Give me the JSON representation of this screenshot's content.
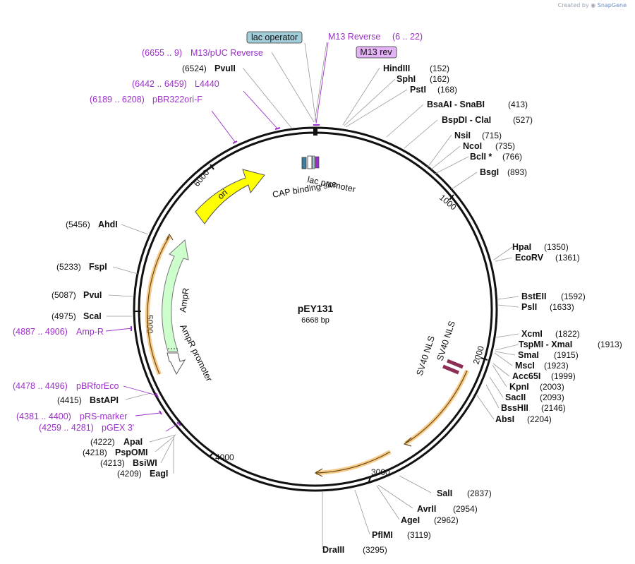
{
  "credit": {
    "prefix": "Created by",
    "brand": "SnapGene"
  },
  "plasmid": {
    "name": "pEY131",
    "size_label": "6668 bp",
    "length": 6668
  },
  "ticks": [
    "1000",
    "2000",
    "3000",
    "4000",
    "5000",
    "6000"
  ],
  "sites_right": [
    {
      "name": "HindIII",
      "pos": "(152)"
    },
    {
      "name": "SphI",
      "pos": "(162)"
    },
    {
      "name": "PstI",
      "pos": "(168)"
    },
    {
      "name": "BsaAI  - SnaBI",
      "pos": "(413)"
    },
    {
      "name": "BspDI  - ClaI",
      "pos": "(527)"
    },
    {
      "name": "NsiI",
      "pos": "(715)"
    },
    {
      "name": "NcoI",
      "pos": "(735)"
    },
    {
      "name": "BclI *",
      "pos": "(766)"
    },
    {
      "name": "BsgI",
      "pos": "(893)"
    },
    {
      "name": "HpaI",
      "pos": "(1350)"
    },
    {
      "name": "EcoRV",
      "pos": "(1361)"
    },
    {
      "name": "BstEII",
      "pos": "(1592)"
    },
    {
      "name": "PslI",
      "pos": "(1633)"
    },
    {
      "name": "XcmI",
      "pos": "(1822)"
    },
    {
      "name": "TspMI  - XmaI",
      "pos": "(1913)"
    },
    {
      "name": "SmaI",
      "pos": "(1915)"
    },
    {
      "name": "MscI",
      "pos": "(1923)"
    },
    {
      "name": "Acc65I",
      "pos": "(1999)"
    },
    {
      "name": "KpnI",
      "pos": "(2003)"
    },
    {
      "name": "SacII",
      "pos": "(2093)"
    },
    {
      "name": "BssHII",
      "pos": "(2146)"
    },
    {
      "name": "AbsI",
      "pos": "(2204)"
    },
    {
      "name": "SalI",
      "pos": "(2837)"
    },
    {
      "name": "AvrII",
      "pos": "(2954)"
    },
    {
      "name": "AgeI",
      "pos": "(2962)"
    },
    {
      "name": "PflMI",
      "pos": "(3119)"
    },
    {
      "name": "DraIII",
      "pos": "(3295)"
    }
  ],
  "sites_left": [
    {
      "name": "PvuII",
      "pos": "(6524)"
    },
    {
      "name": "AhdI",
      "pos": "(5456)"
    },
    {
      "name": "FspI",
      "pos": "(5233)"
    },
    {
      "name": "PvuI",
      "pos": "(5087)"
    },
    {
      "name": "ScaI",
      "pos": "(4975)"
    },
    {
      "name": "BstAPI",
      "pos": "(4415)"
    },
    {
      "name": "ApaI",
      "pos": "(4222)"
    },
    {
      "name": "PspOMI",
      "pos": "(4218)"
    },
    {
      "name": "BsiWI",
      "pos": "(4213)"
    },
    {
      "name": "EagI",
      "pos": "(4209)"
    }
  ],
  "primers": [
    {
      "range": "(6655 .. 9)",
      "name": "M13/pUC Reverse"
    },
    {
      "range": "(6442 .. 6459)",
      "name": "L4440"
    },
    {
      "range": "(6189 .. 6208)",
      "name": "pBR322ori-F"
    },
    {
      "range": "(4887 .. 4906)",
      "name": "Amp-R"
    },
    {
      "range": "(4478 .. 4496)",
      "name": "pBRforEco"
    },
    {
      "range": "(4381 .. 4400)",
      "name": "pRS-marker"
    },
    {
      "range": "(4259 .. 4281)",
      "name": "pGEX 3'"
    }
  ],
  "m13_reverse": {
    "name": "M13 Reverse",
    "range": "(6 .. 22)"
  },
  "boxes": {
    "lac_operator": "lac operator",
    "m13_rev": "M13 rev"
  },
  "features": {
    "ori": "ori",
    "ampr": "AmpR",
    "ampr_promoter": "AmpR promoter",
    "lac_promoter": "lac promoter",
    "cap_site": "CAP binding site",
    "sv40_nls_1": "SV40 NLS",
    "sv40_nls_2": "SV40 NLS"
  },
  "colors": {
    "ori": "#ffff00",
    "ampr": "#ccffcc",
    "orf_highlight": "#f2a93b",
    "primer": "#9b30c8",
    "lac_operator_box": "#a3cdd8",
    "m13_rev_box": "#e4b3f5",
    "sv40": "#8c2e55",
    "cap": "#3f7d9e",
    "lac_promoter": "#ffffff"
  }
}
